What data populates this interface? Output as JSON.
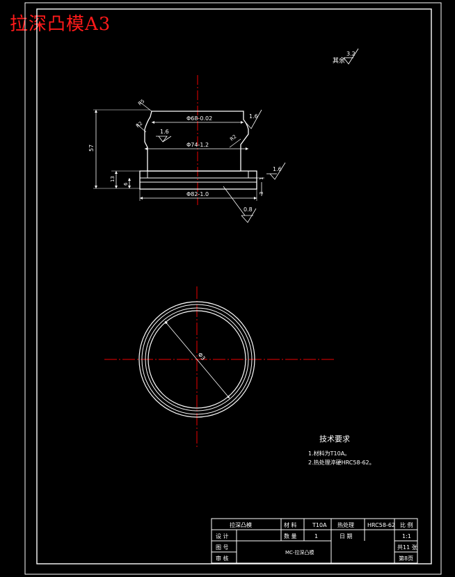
{
  "banner_title": "拉深凸模A3",
  "roughness_rest": {
    "label": "其余",
    "value": "3.2"
  },
  "dimensions": {
    "top_diameter": "Φ68-0.02",
    "mid_diameter": "Φ74-1.2",
    "base_diameter": "Φ82-1.0",
    "overall_height": "57",
    "base_height": "13",
    "flange_height": "6",
    "step": "3",
    "small_right": "1",
    "radius_top": "R5",
    "radius_mid": "R2",
    "radius_right": "R2",
    "plan_diameter": "Φ3"
  },
  "roughness": {
    "r1": "1.6",
    "r2": "1.6",
    "r3": "1.6",
    "r4": "0.8"
  },
  "tech_requirements": {
    "heading": "技术要求",
    "items": [
      "1.材料为T10A。",
      "2.热处理淬硬HRC58-62。"
    ]
  },
  "title_block": {
    "part_name": "拉深凸模",
    "material_label": "材 料",
    "material_value": "T10A",
    "heat_label": "热处理",
    "heat_value": "HRC58-62",
    "scale_label": "比 例",
    "scale_value": "1:1",
    "design_label": "设 计",
    "quantity_label": "数 量",
    "quantity_value": "1",
    "date_label": "日 期",
    "drawing_no_label": "图 号",
    "drawing_no_value": "MC-拉深凸模",
    "review_label": "审 核",
    "sheet_total": "共11 张",
    "sheet_no": "第8页"
  }
}
